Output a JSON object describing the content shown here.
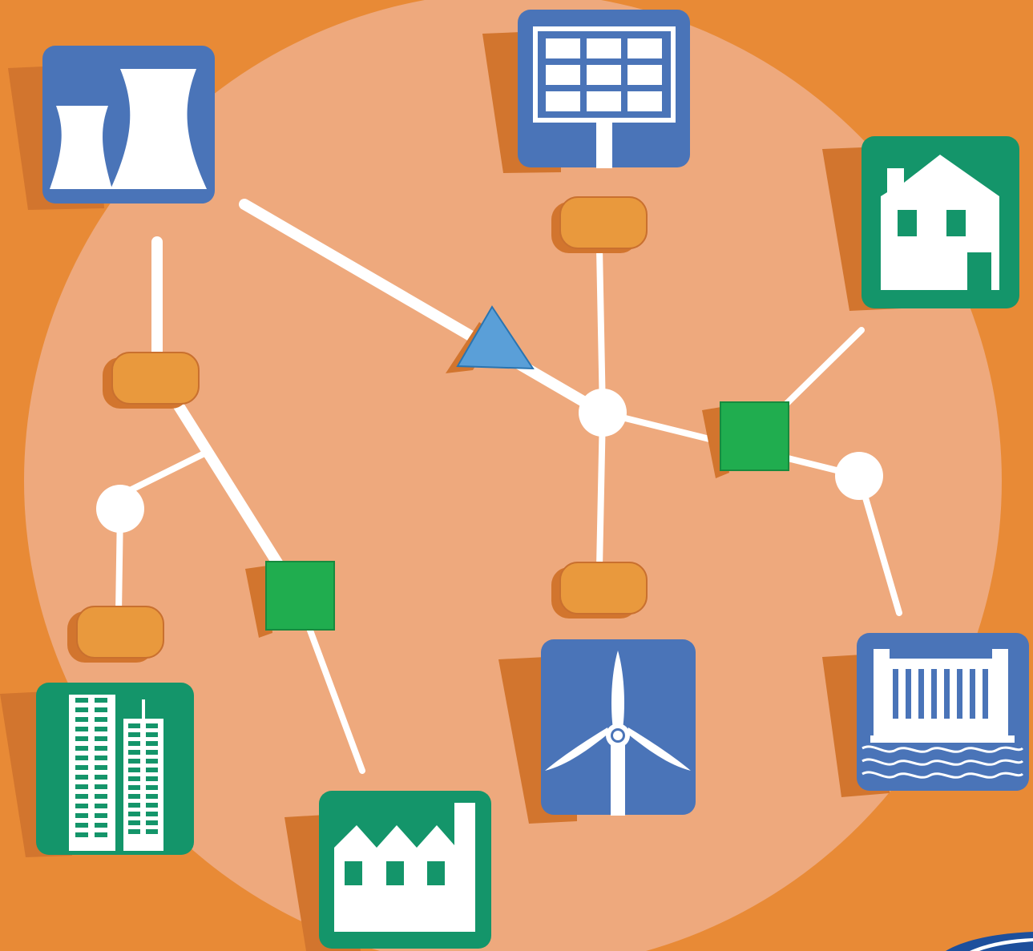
{
  "colors": {
    "background": "#e88a36",
    "circle": "#eea97d",
    "tile_shadow": "#d2752e",
    "blue_tile": "#4a74b8",
    "green_tile": "#14956a",
    "line": "#ffffff",
    "battery": "#e9993d",
    "battery_stroke": "#c9702f",
    "switch_square": "#20ad4f",
    "transformer": "#5a9fd8",
    "transformer_stroke": "#2a74b0",
    "logo_blue": "#1d4f9c"
  },
  "nodes": [
    {
      "id": "power-plant",
      "icon": "cooling-towers-icon",
      "tile": "blue"
    },
    {
      "id": "solar-panel",
      "icon": "solar-panel-icon",
      "tile": "blue"
    },
    {
      "id": "house",
      "icon": "house-icon",
      "tile": "green"
    },
    {
      "id": "office-buildings",
      "icon": "office-buildings-icon",
      "tile": "green"
    },
    {
      "id": "factory",
      "icon": "factory-icon",
      "tile": "green"
    },
    {
      "id": "wind-turbine",
      "icon": "wind-turbine-icon",
      "tile": "blue"
    },
    {
      "id": "hydro-dam",
      "icon": "hydro-dam-icon",
      "tile": "blue"
    }
  ],
  "components": {
    "storage": [
      "storage-top",
      "storage-left",
      "storage-bottom-left",
      "storage-bottom"
    ],
    "switches": [
      "switch-right",
      "switch-left"
    ],
    "transformers": [
      "transformer-center"
    ],
    "junctions": [
      "junction-center",
      "junction-left",
      "junction-right"
    ]
  },
  "logo": {
    "icon": "logo-icon"
  }
}
